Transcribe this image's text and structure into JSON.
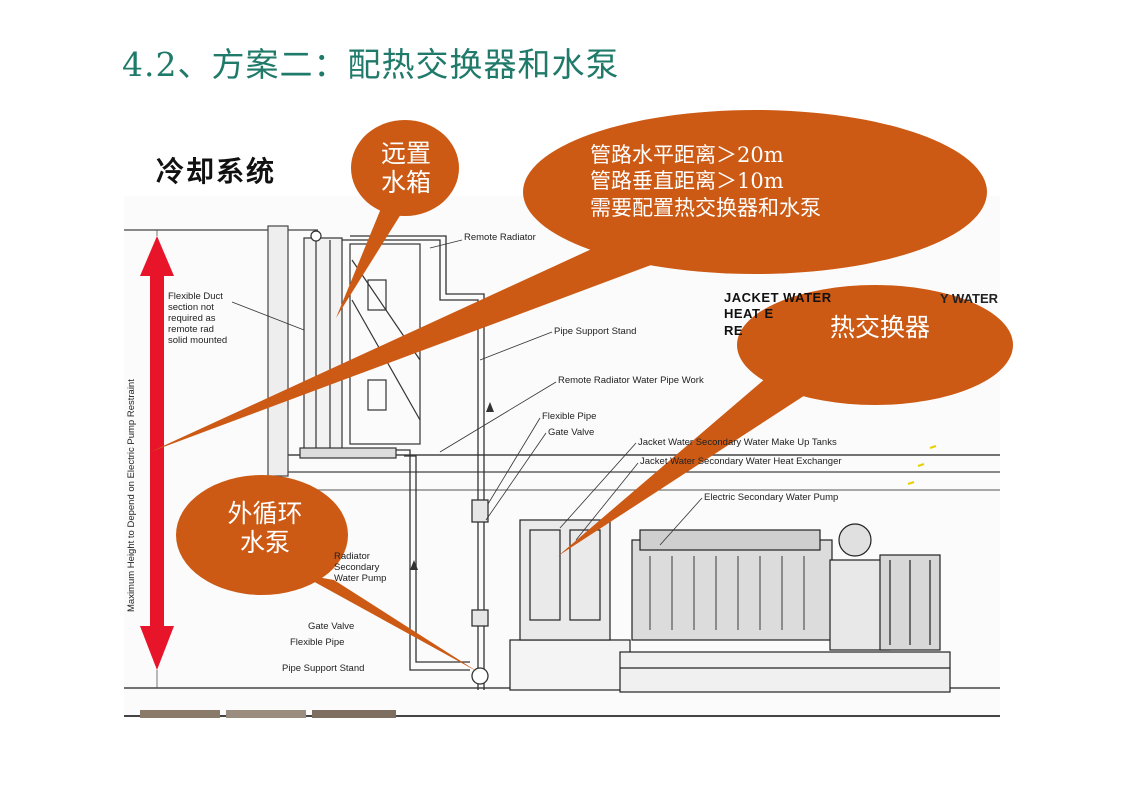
{
  "slide_title": "4.2、方案二：配热交换器和水泵",
  "diagram_title": "冷却系统",
  "callouts": {
    "remote_tank": [
      "远置",
      "水箱"
    ],
    "pipe_note": [
      "管路水平距离＞20m",
      "管路垂直距离＞10m",
      "需要配置热交换器和水泵"
    ],
    "heat_exchanger": [
      "热交换器"
    ],
    "circ_pump": [
      "外循环",
      "水泵"
    ]
  },
  "jacket_water_title": [
    "JACKET WATER",
    "HEAT E",
    "RE"
  ],
  "jacket_water_title_right": "Y WATER",
  "labels": {
    "remote_radiator": "Remote Radiator",
    "flexible_duct": [
      "Flexible Duct",
      "section not",
      "required as",
      "remote rad",
      "solid mounted"
    ],
    "pipe_support_top": "Pipe Support Stand",
    "remote_rad_water_pipe": "Remote Radiator Water Pipe Work",
    "flexible_pipe_top": "Flexible Pipe",
    "gate_valve_top": "Gate Valve",
    "jw_makeup": "Jacket Water Secondary Water Make Up Tanks",
    "jw_hx": "Jacket Water Secondary Water Heat Exchanger",
    "elec_pump": "Electric Secondary Water Pump",
    "radiator_secondary": [
      "Radiator",
      "Secondary",
      "Water Pump"
    ],
    "gate_valve_bottom": "Gate Valve",
    "flexible_pipe_bottom": "Flexible Pipe",
    "pipe_support_bottom": "Pipe Support Stand",
    "vertical_height": "Maximum Height to Depend on Electric Pump Restraint"
  },
  "colors": {
    "title": "#1f7a6a",
    "callout_fill": "#cc5a14",
    "arrow": "#e8142a",
    "line": "#333333"
  }
}
